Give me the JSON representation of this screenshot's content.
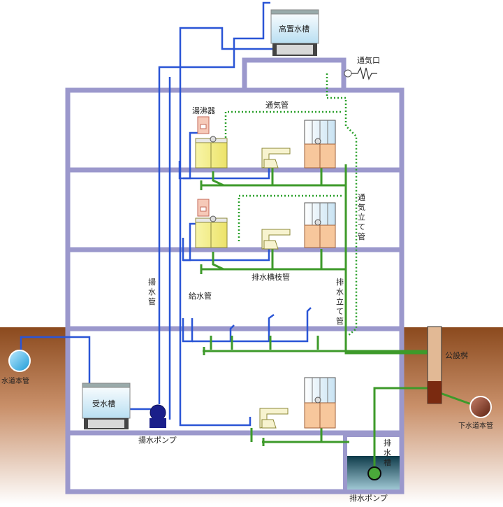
{
  "labels": {
    "elevated_tank": "高置水槽",
    "vent_port": "通気口",
    "vent_pipe": "通気管",
    "water_heater": "湯沸器",
    "vent_stack": [
      "通",
      "気",
      "立",
      "て",
      "管"
    ],
    "pumping_pipe": [
      "揚",
      "水",
      "管"
    ],
    "drain_branch": "排水横枝管",
    "drain_stack": [
      "排",
      "水",
      "立",
      "て",
      "管"
    ],
    "supply_pipe": "給水管",
    "public_catch_basin": "公設桝",
    "water_main": "水道本管",
    "receiving_tank": "受水槽",
    "lift_pump": "揚水ポンプ",
    "sewer_main": "下水道本管",
    "drain_tank": [
      "排",
      "水",
      "槽"
    ],
    "drain_pump": "排水ポンプ"
  },
  "colors": {
    "building": "#9b98cc",
    "water_pipe": "#2a55d6",
    "drain_pipe": "#3d9a2a",
    "vent_line": "#2aa02a",
    "ground_top": "#8b4a1e",
    "ground_bottom": "#ffffff",
    "catch_basin": "#7a2a10",
    "sewer_main": "#6b2a14",
    "water_main": "#29a8e0"
  }
}
